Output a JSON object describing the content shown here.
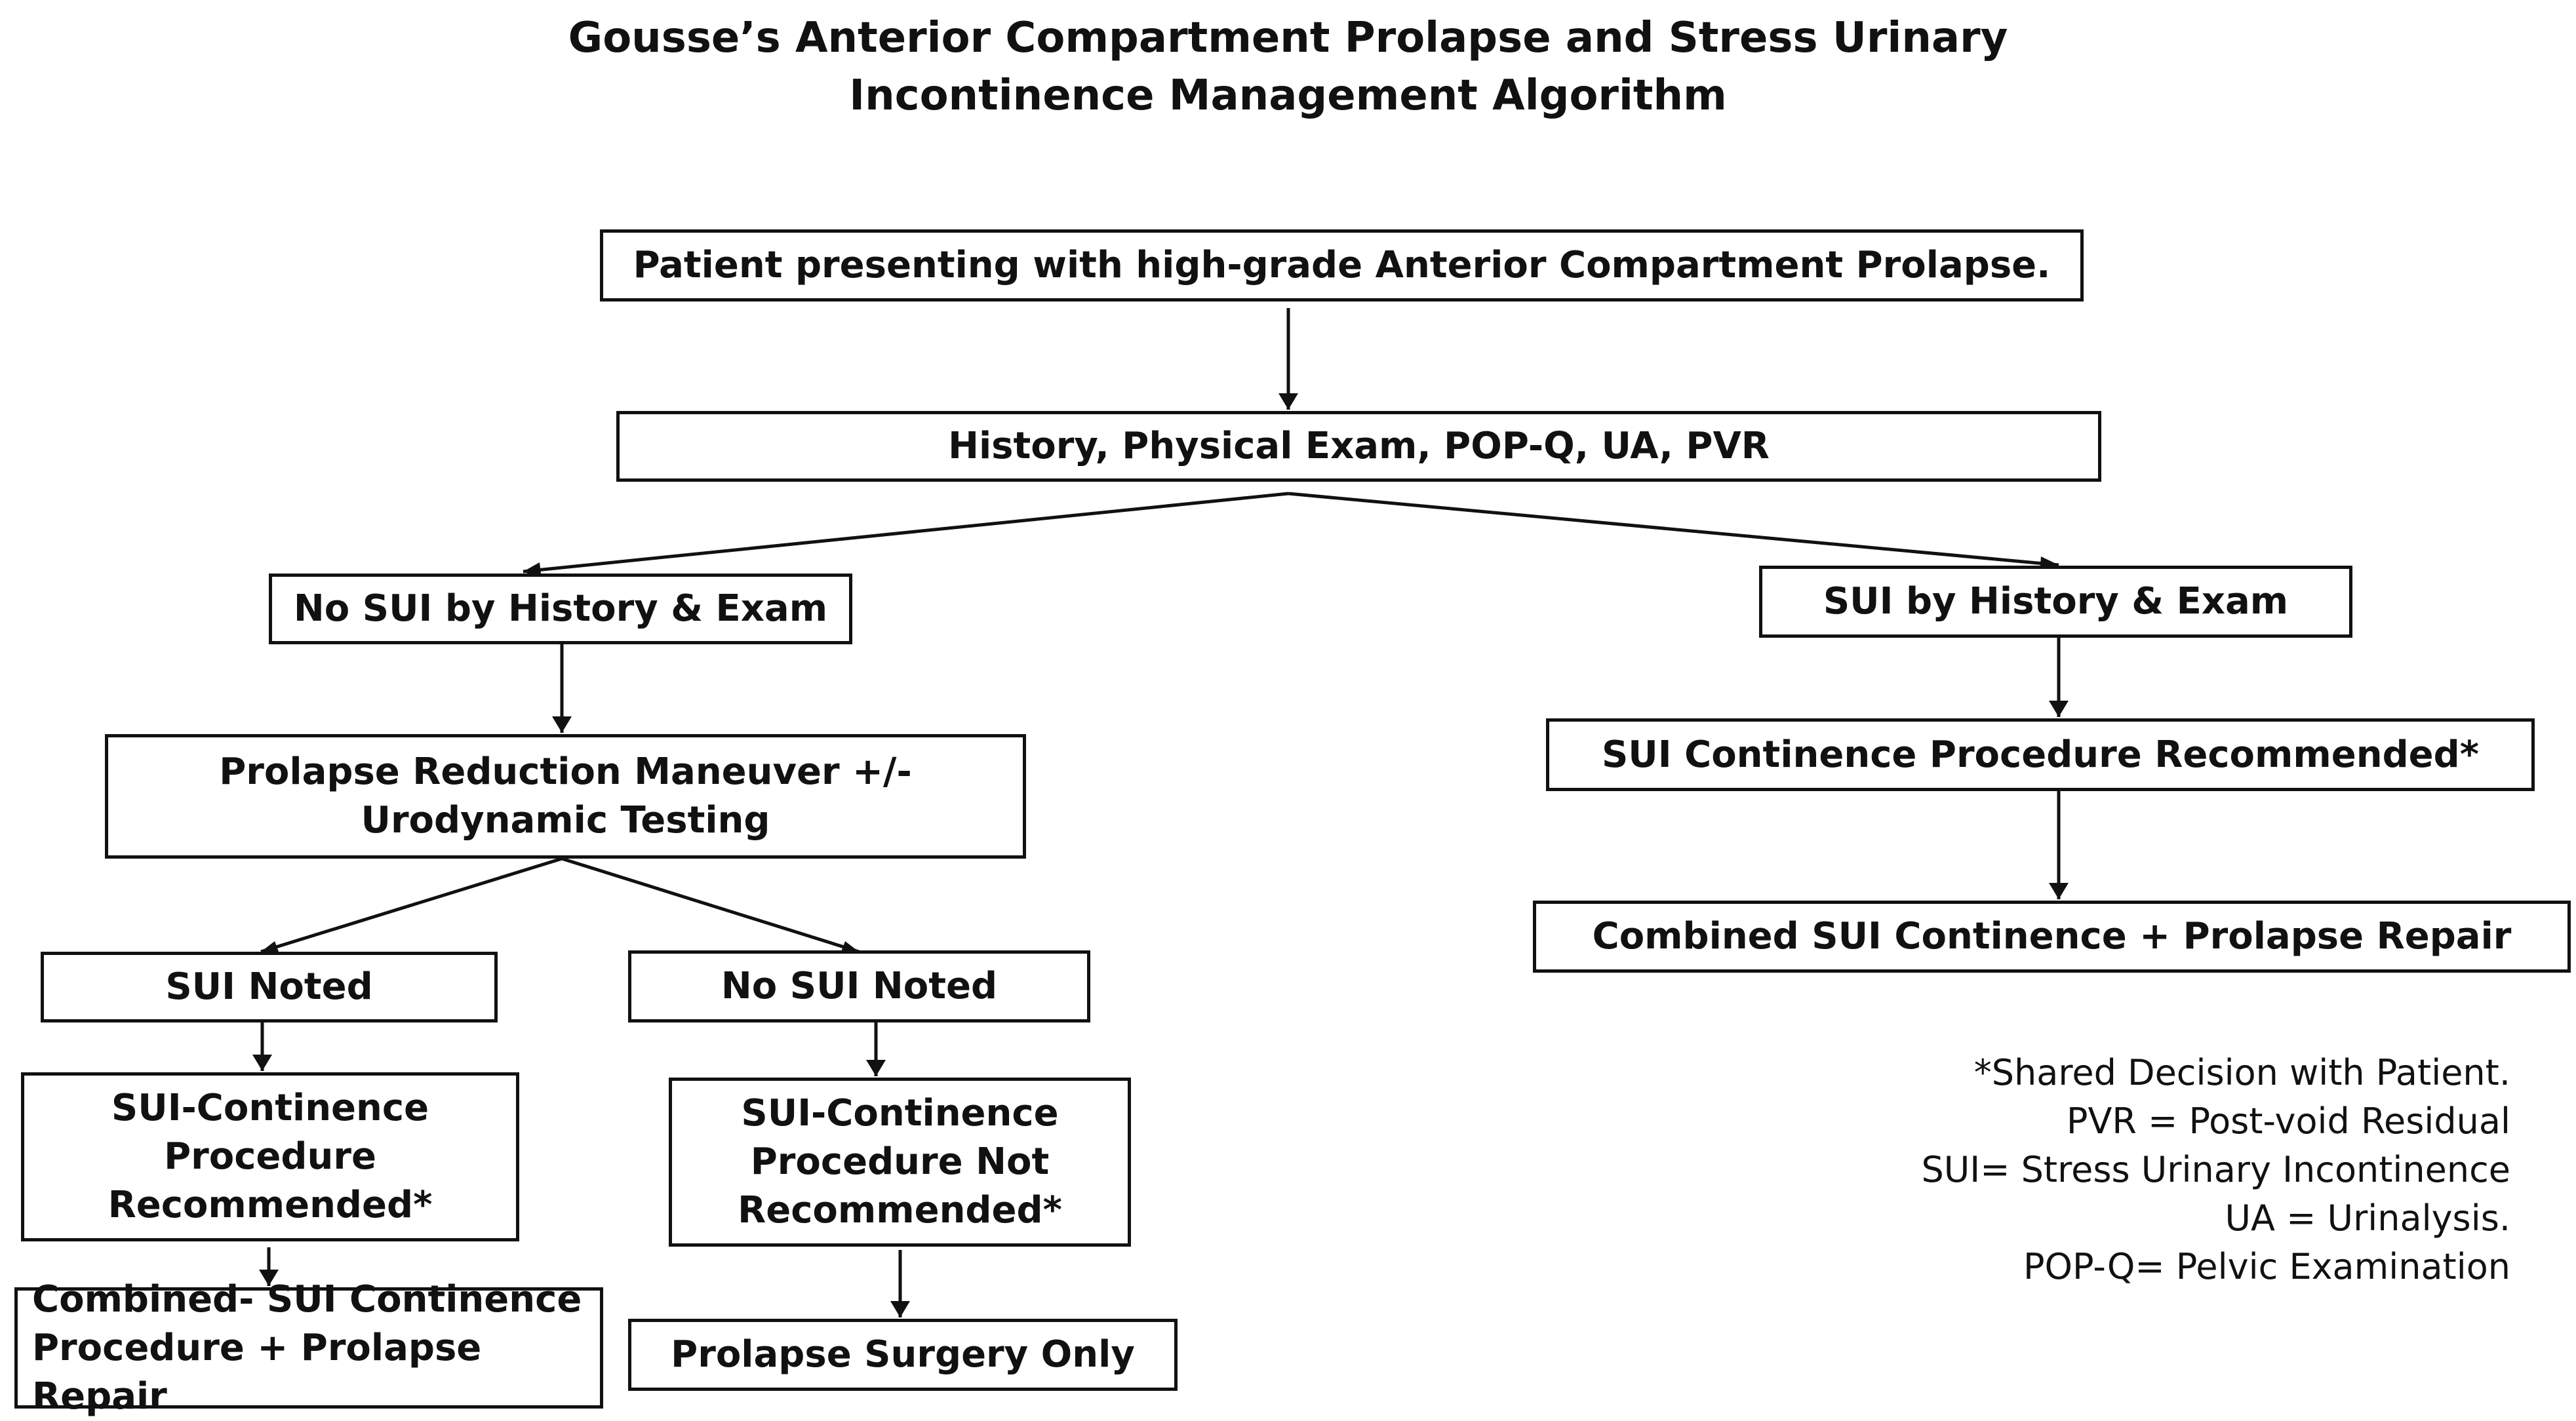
{
  "title": {
    "line1": "Gousse’s Anterior Compartment Prolapse and Stress Urinary",
    "line2": "Incontinence Management Algorithm"
  },
  "nodes": {
    "presenting": "Patient presenting with high-grade Anterior Compartment Prolapse.",
    "history_exam": "History, Physical Exam, POP-Q, UA, PVR",
    "no_sui_history": "No SUI by History & Exam",
    "sui_history": "SUI by History & Exam",
    "prolapse_reduction": "Prolapse Reduction Maneuver +/- Urodynamic Testing",
    "sui_procedure_recommended": "SUI Continence Procedure Recommended*",
    "combined_right": "Combined SUI Continence + Prolapse Repair",
    "sui_noted": "SUI Noted",
    "no_sui_noted": "No SUI Noted",
    "sui_continence_recommended": "SUI-Continence Procedure Recommended*",
    "sui_continence_not_recommended": "SUI-Continence Procedure Not Recommended*",
    "combined_left": "Combined- SUI Continence Procedure + Prolapse Repair",
    "prolapse_surgery_only": "Prolapse Surgery Only"
  },
  "legend": [
    "*Shared Decision with Patient.",
    "PVR = Post-void Residual",
    "SUI=  Stress Urinary Incontinence",
    "UA = Urinalysis.",
    "POP-Q= Pelvic Examination"
  ],
  "colors": {
    "stroke": "#111111",
    "background": "#ffffff"
  }
}
